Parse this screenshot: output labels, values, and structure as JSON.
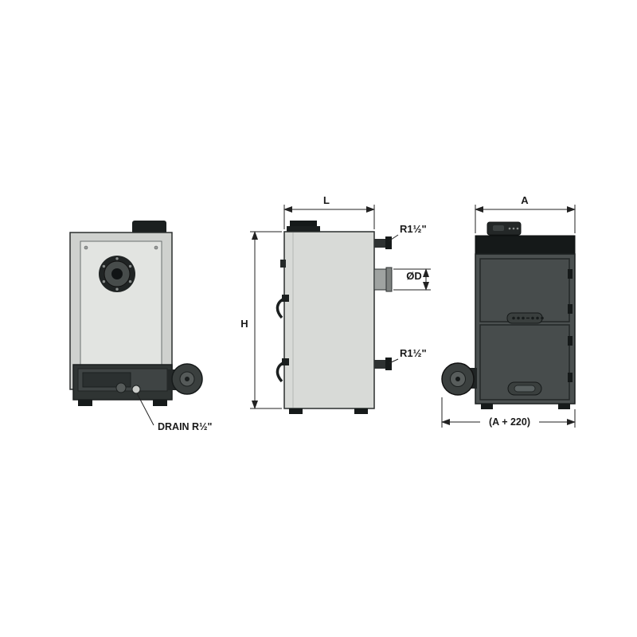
{
  "diagram": {
    "labels": {
      "length": "L",
      "height": "H",
      "width_a": "A",
      "width_total": "(A + 220)",
      "pipe_top": "R1½\"",
      "pipe_bottom": "R1½\"",
      "flue_diameter": "ØD",
      "drain": "DRAIN R½\""
    }
  }
}
